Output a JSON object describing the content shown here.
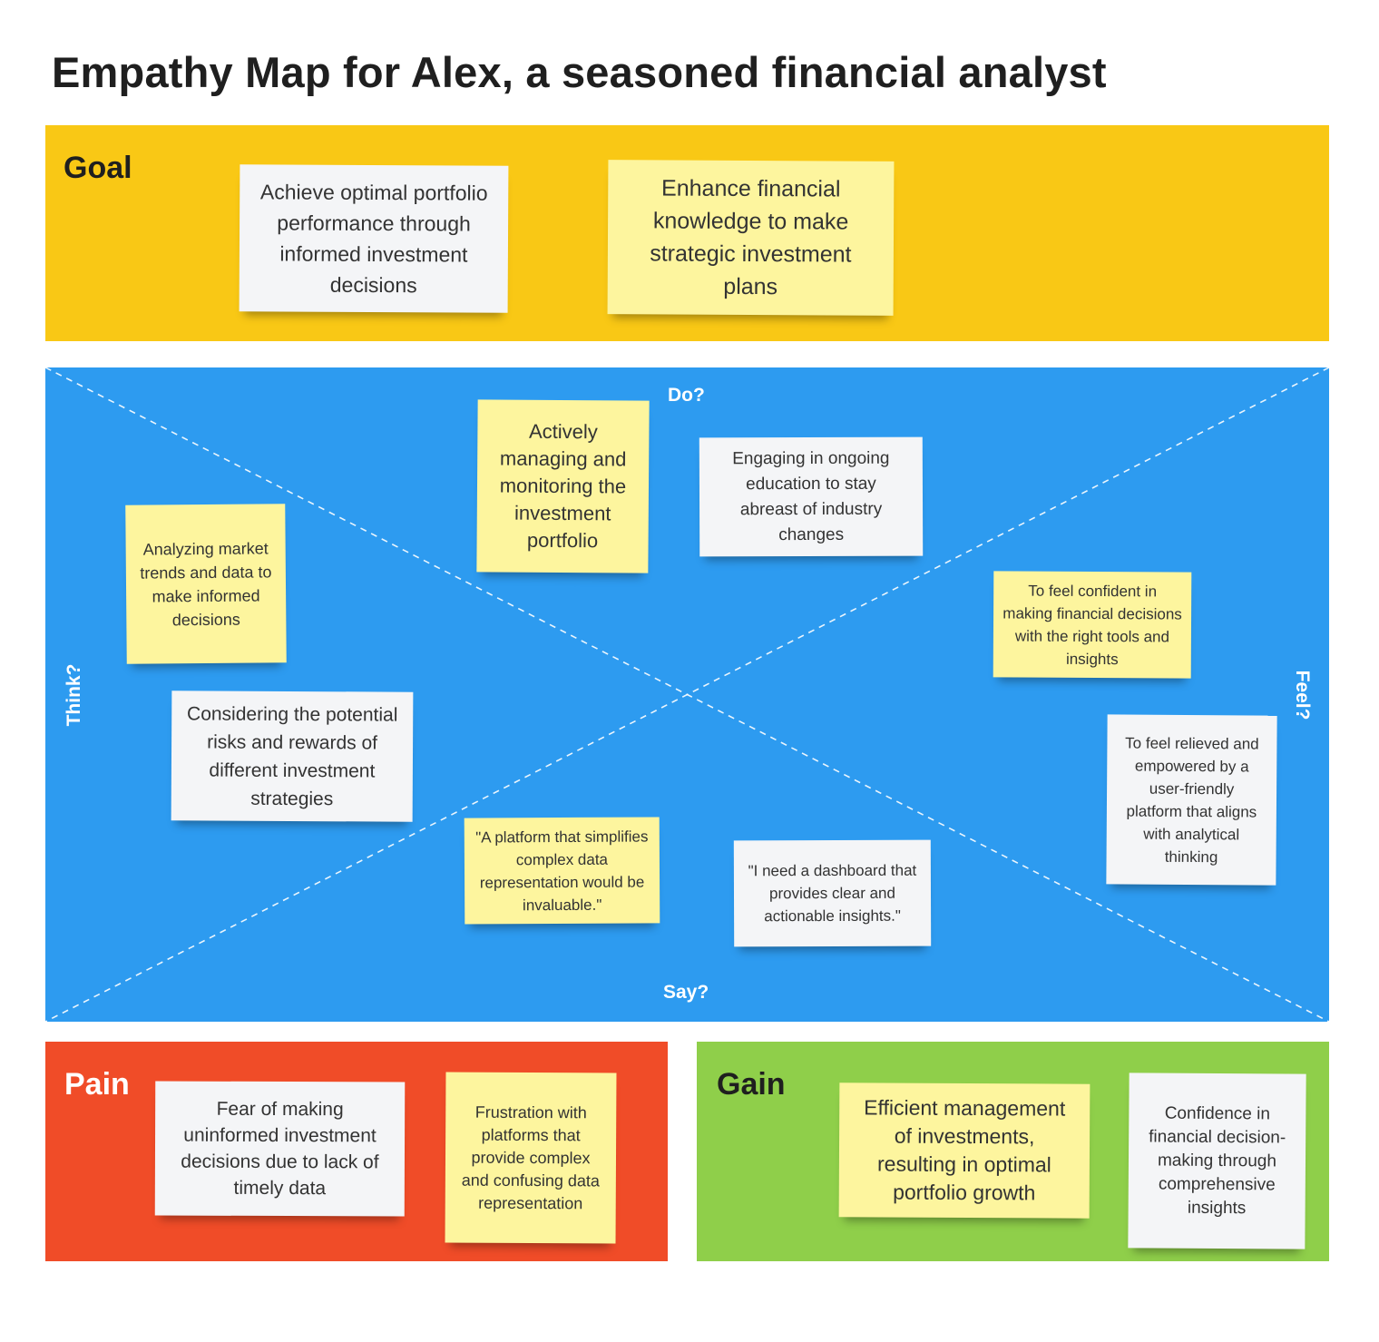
{
  "title": "Empathy Map for Alex, a seasoned financial analyst",
  "goal": {
    "label": "Goal",
    "notes": [
      "Achieve optimal portfolio performance through informed investment decisions",
      "Enhance financial knowledge to make strategic investment plans"
    ]
  },
  "map": {
    "do_label": "Do?",
    "say_label": "Say?",
    "think_label": "Think?",
    "feel_label": "Feel?",
    "do_notes": [
      "Actively managing and monitoring the investment portfolio",
      "Engaging in ongoing education to stay abreast of industry changes"
    ],
    "think_notes": [
      "Analyzing market trends and data to make informed decisions",
      "Considering the potential risks and rewards of different investment strategies"
    ],
    "feel_notes": [
      "To feel confident in making financial decisions with the right tools and insights",
      "To feel relieved and empowered by a user-friendly platform that aligns with analytical thinking"
    ],
    "say_notes": [
      "\"A platform that simplifies complex data representation would be invaluable.\"",
      "\"I need a dashboard that provides clear and actionable insights.\""
    ]
  },
  "pain": {
    "label": "Pain",
    "notes": [
      "Fear of making uninformed investment decisions due to lack of timely data",
      "Frustration with platforms that provide complex and confusing data representation"
    ]
  },
  "gain": {
    "label": "Gain",
    "notes": [
      "Efficient management of investments, resulting in optimal portfolio growth",
      "Confidence in financial decision-making through comprehensive insights"
    ]
  },
  "colors": {
    "goal": "#f9c815",
    "map": "#2d9bf0",
    "pain": "#f04c28",
    "gain": "#8fcf4a",
    "note_yellow": "#fdf59e",
    "note_white": "#f4f5f7"
  }
}
